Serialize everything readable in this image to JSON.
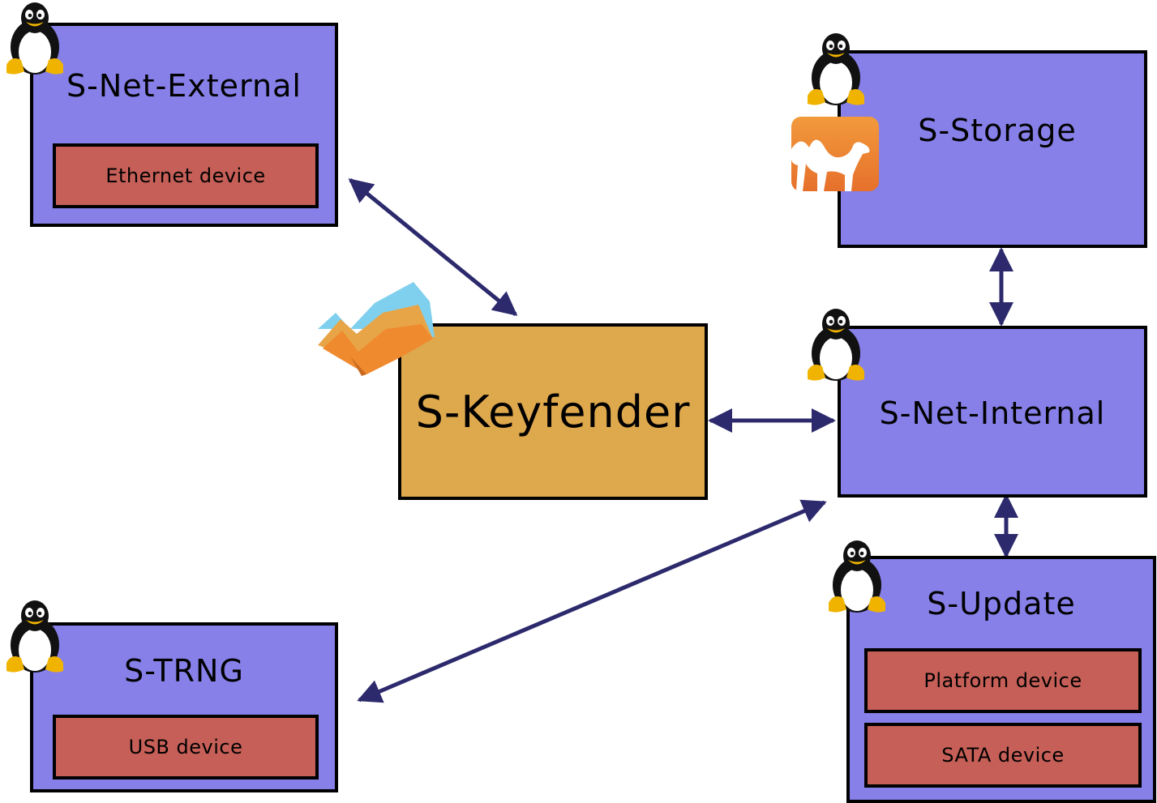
{
  "colors": {
    "vm_box": "#8680e8",
    "keyfender_box": "#dea84c",
    "device_box": "#c55f57",
    "arrow": "#2c2a6c"
  },
  "icons": [
    "linux-tux-icon",
    "ocaml-camel-icon",
    "mirageos-logo-icon"
  ],
  "nodes": {
    "net_external": {
      "title": "S-Net-External",
      "devices": [
        "Ethernet device"
      ]
    },
    "storage": {
      "title": "S-Storage"
    },
    "keyfender": {
      "title": "S-Keyfender"
    },
    "net_internal": {
      "title": "S-Net-Internal"
    },
    "update": {
      "title": "S-Update",
      "devices": [
        "Platform device",
        "SATA device"
      ]
    },
    "trng": {
      "title": "S-TRNG",
      "devices": [
        "USB device"
      ]
    }
  },
  "connections": [
    {
      "from": "S-Net-External",
      "to": "S-Keyfender"
    },
    {
      "from": "S-Keyfender",
      "to": "S-Net-Internal"
    },
    {
      "from": "S-Storage",
      "to": "S-Net-Internal"
    },
    {
      "from": "S-Net-Internal",
      "to": "S-Update"
    },
    {
      "from": "S-Net-Internal",
      "to": "S-TRNG"
    }
  ]
}
